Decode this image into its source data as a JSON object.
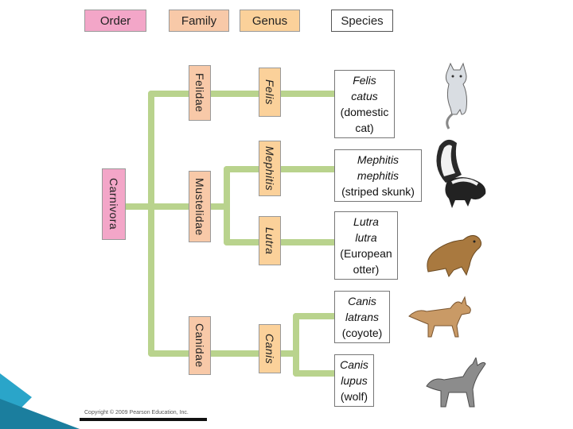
{
  "headers": {
    "order": "Order",
    "family": "Family",
    "genus": "Genus",
    "species": "Species"
  },
  "order": "Carnivora",
  "families": {
    "felidae": "Felidae",
    "mustelidae": "Mustelidae",
    "canidae": "Canidae"
  },
  "genera": {
    "felis": "Felis",
    "mephitis": "Mephitis",
    "lutra": "Lutra",
    "canis": "Canis"
  },
  "species": [
    {
      "line1": "Felis",
      "line2": "catus",
      "common1": "(domestic",
      "common2": "cat)"
    },
    {
      "line1": "Mephitis",
      "line2": "mephitis",
      "common1": "(striped skunk)",
      "common2": ""
    },
    {
      "line1": "Lutra",
      "line2": "lutra",
      "common1": "(European",
      "common2": "otter)"
    },
    {
      "line1": "Canis",
      "line2": "latrans",
      "common1": "(coyote)",
      "common2": ""
    },
    {
      "line1": "Canis",
      "line2": "lupus",
      "common1": "(wolf)",
      "common2": ""
    }
  ],
  "copyright": "Copyright © 2009 Pearson Education, Inc.",
  "colors": {
    "branch": "#b9d38d",
    "order": "#f3a6c8",
    "family": "#f8c9a8",
    "genus": "#fbd19a"
  },
  "icons": [
    "cat-illustration",
    "skunk-illustration",
    "otter-illustration",
    "coyote-illustration",
    "wolf-illustration"
  ]
}
